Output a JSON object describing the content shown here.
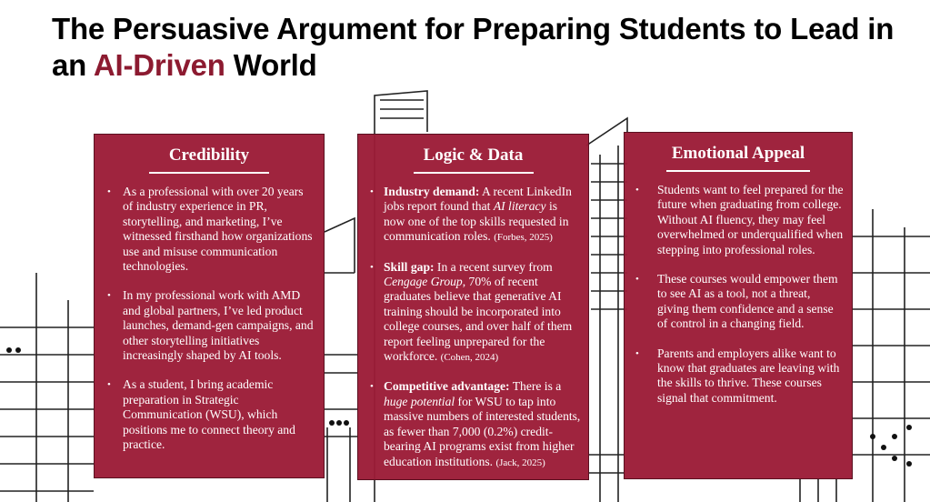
{
  "title": {
    "part1": "The Persuasive Argument for Preparing Students to Lead in an ",
    "accent": "AI-Driven",
    "part2": " World"
  },
  "colors": {
    "panel": "#9b1b36",
    "accent": "#8c1a30"
  },
  "panels": [
    {
      "heading": "Credibility",
      "items": [
        "As a professional with over 20 years of industry experience in PR, storytelling, and marketing, I’ve witnessed firsthand how organizations use and misuse communication technologies.",
        "In my professional work with AMD and global partners, I’ve led product launches, demand-gen campaigns, and other storytelling initiatives increasingly shaped by AI tools.",
        "As a student, I bring academic preparation in Strategic Communication (WSU), which positions me to connect theory and practice."
      ]
    },
    {
      "heading": "Logic & Data",
      "items": [
        {
          "lead": "Industry demand:",
          "t1": " A recent LinkedIn jobs report found that ",
          "em": "AI literacy",
          "t2": " is now one of the top skills requested in communication roles. ",
          "cite": "(Forbes, 2025)"
        },
        {
          "lead": "Skill gap:",
          "t1": "  In a recent survey from ",
          "em": "Cengage Group",
          "t2": ", 70% of recent graduates believe that generative AI training should be incorporated into college courses, and over half of them report feeling unprepared for the workforce. ",
          "cite": "(Cohen, 2024)"
        },
        {
          "lead": "Competitive advantage:",
          "t1": "  There is a ",
          "em": "huge potential",
          "t2": " for WSU to tap into massive numbers of interested students, as fewer than 7,000 (0.2%) credit-bearing AI programs exist from higher education institutions. ",
          "cite": "(Jack, 2025)"
        }
      ]
    },
    {
      "heading": "Emotional Appeal",
      "items": [
        "Students want to feel prepared for the future when graduating from college. Without AI fluency, they may feel overwhelmed or underqualified when stepping into professional roles.",
        "These courses would empower them to see AI as a tool, not a threat, giving them confidence and a sense of control in a changing field.",
        "Parents and employers alike want to know that graduates are leaving with the skills to thrive. These courses signal that commitment."
      ]
    }
  ]
}
